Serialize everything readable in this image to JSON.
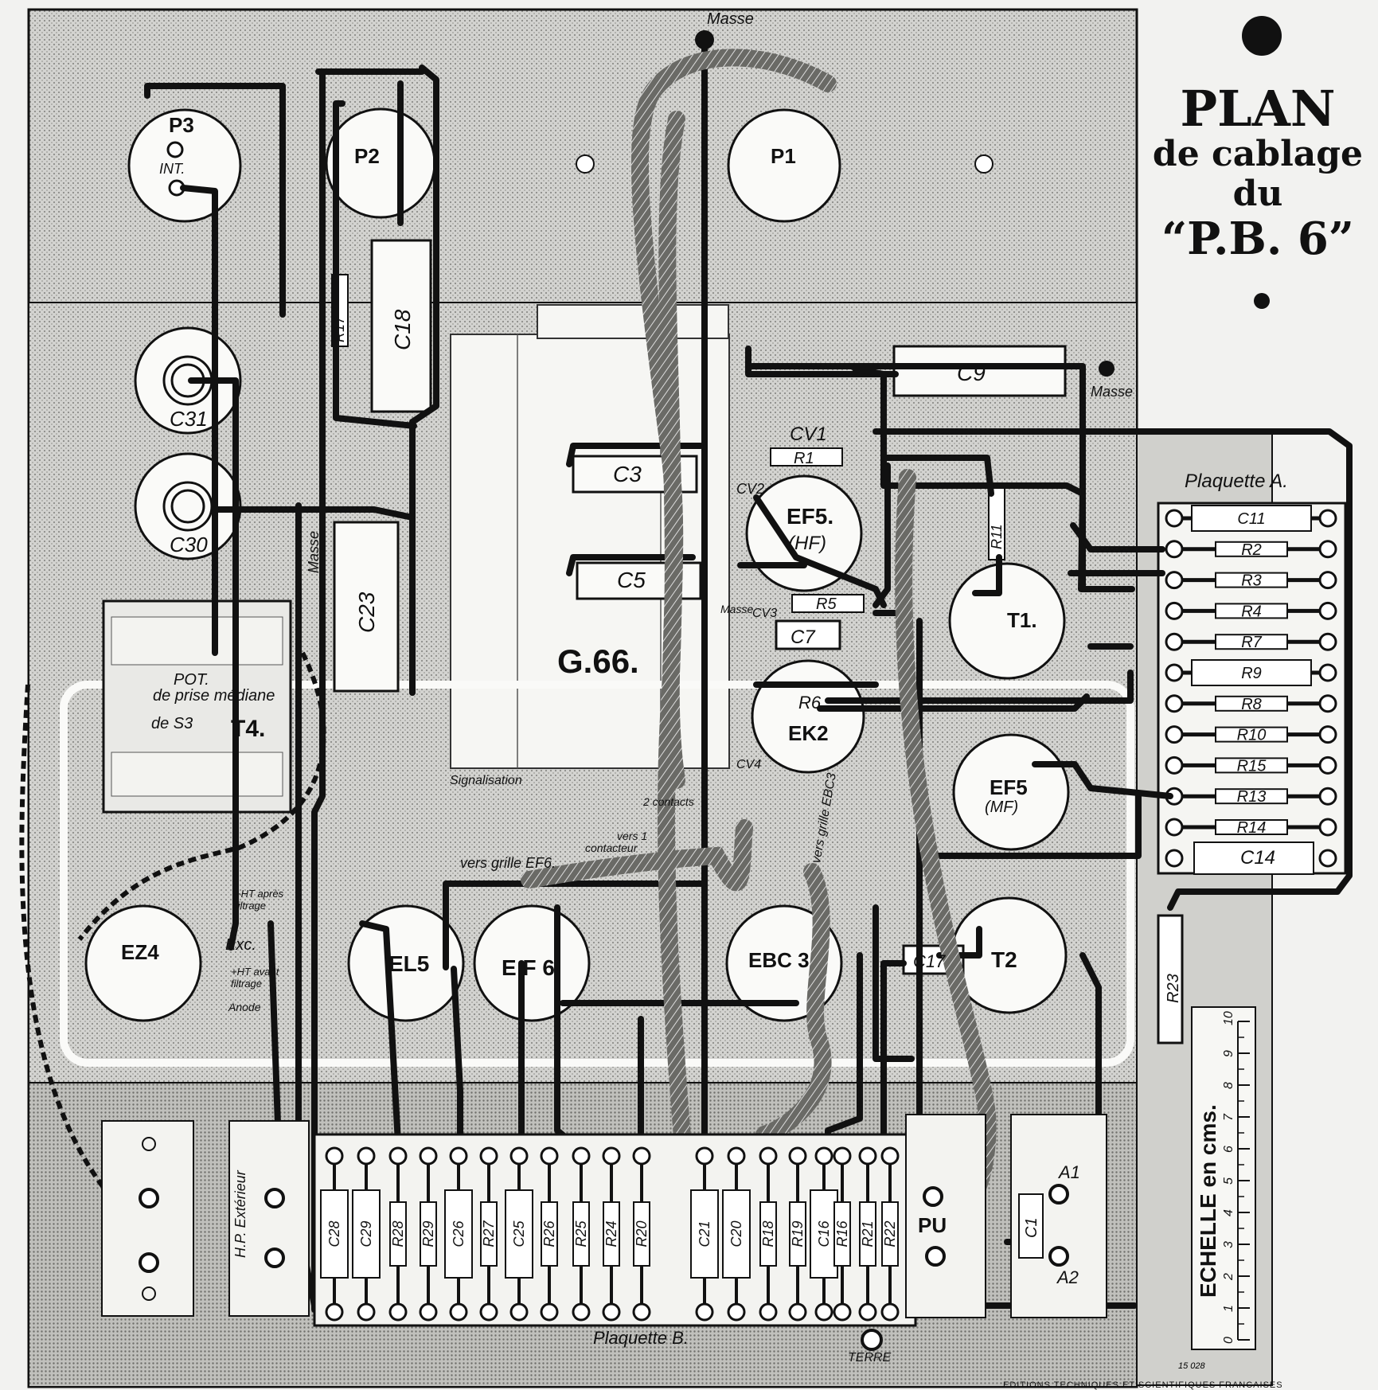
{
  "title": {
    "line1": "PLAN",
    "line2": "de cablage",
    "line3": "du",
    "line4": "“P.B. 6”"
  },
  "labels": {
    "masse_top": "Masse",
    "masse_right": "Masse",
    "masse_left": "Masse",
    "masse_small": "Masse",
    "p3": "P3",
    "int": "INT.",
    "p2": "P2",
    "p1": "P1",
    "r17": "R17",
    "c18": "C18",
    "c9": "C9",
    "cv1": "CV1",
    "r1": "R1",
    "cv2": "CV2",
    "c3": "C3",
    "c5": "C5",
    "ef5_hf": "EF5.",
    "hf": "(HF)",
    "r11": "R11",
    "plaquette_a": "Plaquette A.",
    "c11": "C11",
    "r2": "R2",
    "r3": "R3",
    "r4": "R4",
    "r7": "R7",
    "r9": "R9",
    "r8": "R8",
    "r10": "R10",
    "r15": "R15",
    "r13": "R13",
    "r14": "R14",
    "c14": "C14",
    "c31": "C31",
    "c30": "C30",
    "c23": "C23",
    "g66": "G.66.",
    "r5": "R5",
    "cv3": "CV3",
    "c7": "C7",
    "t1": "T1.",
    "r6": "R6",
    "ek2": "EK2",
    "cv4": "CV4",
    "pot": "POT.",
    "prise_mediane": "de prise médiane",
    "de_s3": "de S3",
    "t4": "T4.",
    "signalisation": "Signalisation",
    "contacts2": "2 contacts",
    "vers1": "vers 1",
    "contacteur": "contacteur",
    "vers_grille_ef6": "vers grille EF6.",
    "vers_grille_ebc3": "vers grille EBC3",
    "ef5_mf": "EF5",
    "mf": "(MF)",
    "r23": "R23",
    "ht_apres": "+HT après",
    "filtrage1": "filtrage",
    "exc": "Exc.",
    "ht_avant": "+HT avant",
    "filtrage2": "filtrage",
    "anode": "Anode",
    "ez4": "EZ4",
    "el5": "EL5",
    "ef6": "E F 6",
    "ebc3": "EBC 3",
    "c17": "C17",
    "t2": "T2",
    "hp": "H.P. Extérieur",
    "pu": "PU",
    "c1": "C1",
    "a1": "A1",
    "a2": "A2",
    "plaquette_b": "Plaquette B.",
    "terre": "TERRE",
    "echelle": "ECHELLE en cms.",
    "c28": "C28",
    "c29": "C29",
    "r28": "R28",
    "r29": "R29",
    "c26": "C26",
    "r27": "R27",
    "c25": "C25",
    "r26": "R26",
    "r25": "R25",
    "r24": "R24",
    "r20": "R20",
    "c21": "C21",
    "c20": "C20",
    "r18": "R18",
    "r19": "R19",
    "c16": "C16",
    "r16": "R16",
    "r21": "R21",
    "r22": "R22",
    "ref": "15 028",
    "footer": "EDITIONS TECHNIQUES ET SCIENTIFIQUES FRANCAISES"
  },
  "scale_ticks": [
    "0",
    "1",
    "2",
    "3",
    "4",
    "5",
    "6",
    "7",
    "8",
    "9",
    "10"
  ],
  "colors": {
    "ink": "#111111",
    "board": "#d7d7d4",
    "board_dark": "#a9a9a6",
    "paper": "#f2f2f0",
    "white": "#fafaf8"
  }
}
